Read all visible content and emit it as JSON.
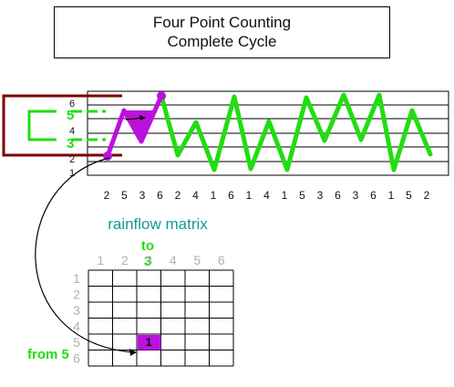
{
  "title": {
    "line1": "Four Point Counting",
    "line2": "Complete Cycle"
  },
  "level_labels": [
    "6",
    "5",
    "4",
    "3",
    "2",
    "1"
  ],
  "highlight_labels": {
    "five": "5",
    "three": "3"
  },
  "sequence": [
    2,
    5,
    3,
    6,
    2,
    4,
    1,
    6,
    1,
    4,
    1,
    5,
    3,
    6,
    3,
    6,
    1,
    5,
    2
  ],
  "matrix": {
    "title": "rainflow matrix",
    "to_label": "to",
    "to_value": "3",
    "from_label": "from 5",
    "col_labels": [
      "1",
      "2",
      "3",
      "4",
      "5",
      "6"
    ],
    "row_labels": [
      "1",
      "2",
      "3",
      "4",
      "5",
      "6"
    ],
    "cell_value": "1",
    "cell_row": 5,
    "cell_col": 3
  },
  "colors": {
    "green": "#22dd11",
    "purple": "#bb11dd",
    "red": "#ee1111",
    "dark_red": "#7a0000",
    "teal": "#119999",
    "label_gray": "#b0b0b0"
  }
}
